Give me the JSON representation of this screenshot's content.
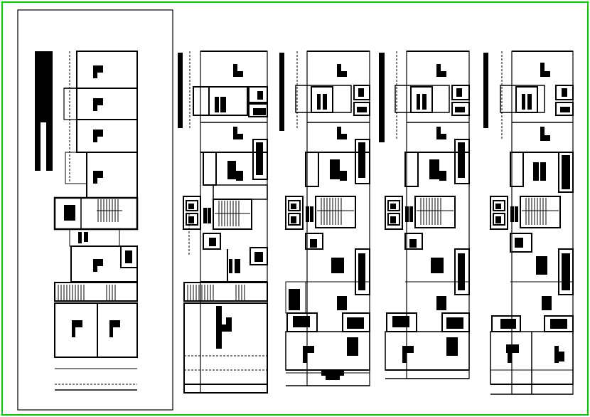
{
  "drawing": {
    "frame_color": "#00cc00",
    "line_color": "#000000",
    "background": "#ffffff",
    "plans": [
      {
        "id": "plan-1",
        "kind": "ground-floor"
      },
      {
        "id": "plan-2",
        "kind": "first-floor"
      },
      {
        "id": "plan-3",
        "kind": "second-floor"
      },
      {
        "id": "plan-4",
        "kind": "third-floor"
      },
      {
        "id": "plan-5",
        "kind": "roof"
      }
    ],
    "icons": [
      "furniture-icon",
      "stair-icon",
      "wall-icon"
    ]
  }
}
